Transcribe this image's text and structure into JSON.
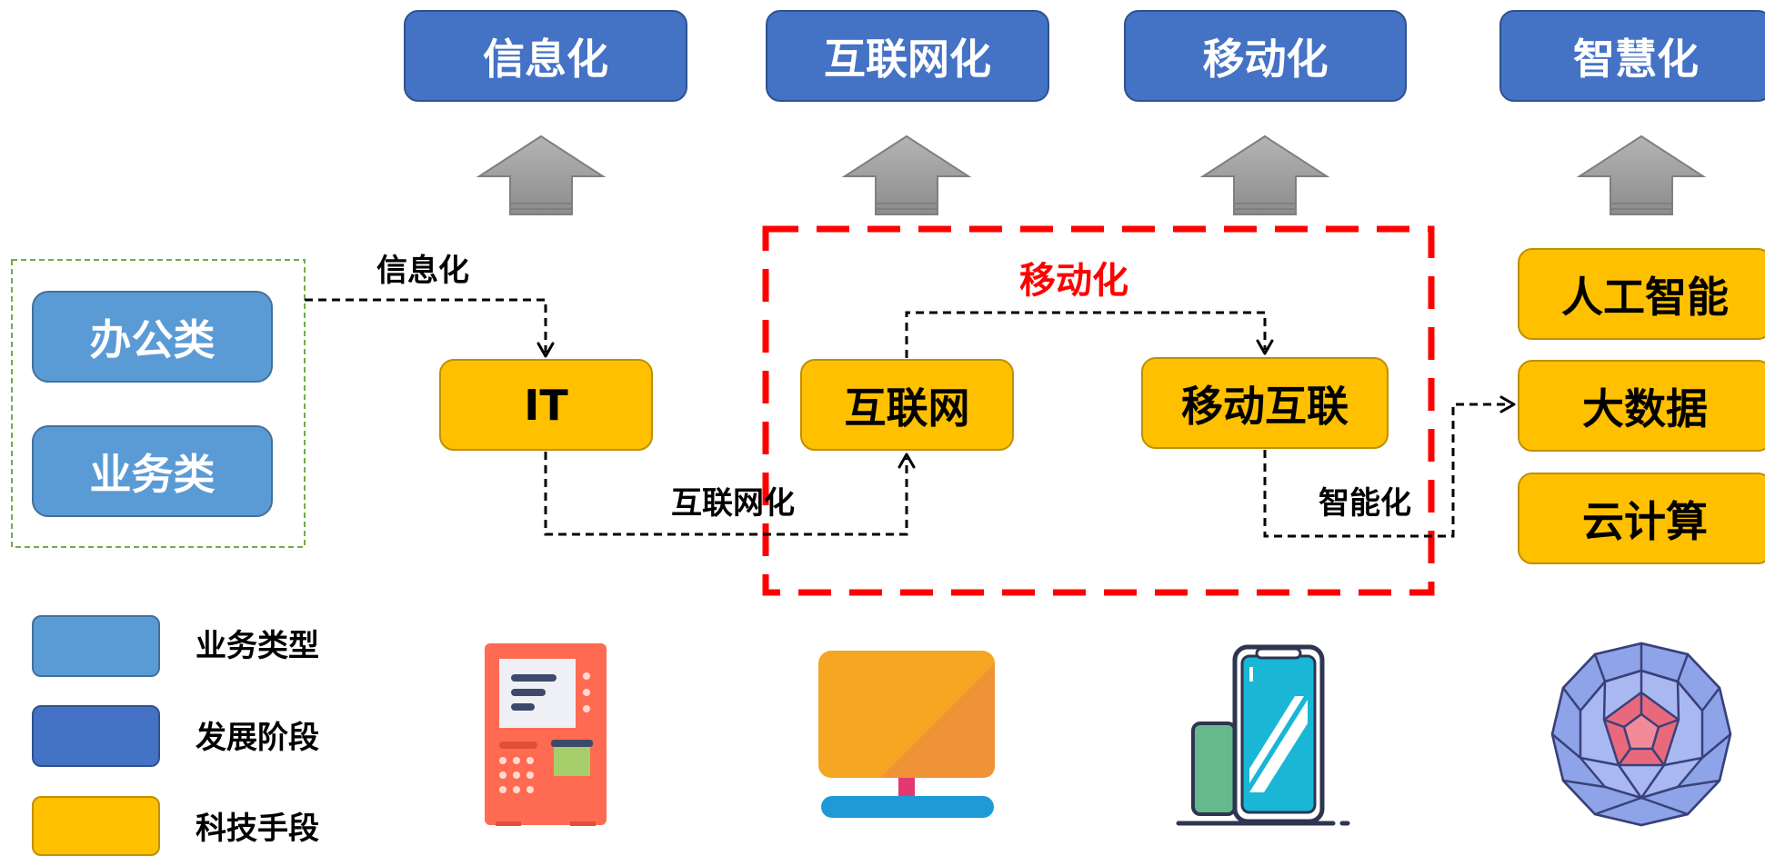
{
  "stages": [
    "信息化",
    "互联网化",
    "移动化",
    "智慧化"
  ],
  "business": {
    "office": "办公类",
    "service": "业务类"
  },
  "tech": {
    "it": "IT",
    "internet": "互联网",
    "mobile_internet": "移动互联",
    "ai": "人工智能",
    "big_data": "大数据",
    "cloud": "云计算"
  },
  "arrow_labels": {
    "informatization": "信息化",
    "internetization": "互联网化",
    "mobilization": "移动化",
    "intelligentization": "智能化"
  },
  "legend": {
    "business_type": "业务类型",
    "dev_stage": "发展阶段",
    "tech_means": "科技手段"
  },
  "colors": {
    "stage_blue": "#4472c4",
    "business_blue": "#5b9bd5",
    "tech_yellow": "#ffc000",
    "highlight_red": "#ff0000",
    "dashed_green": "#70ad47",
    "up_arrow_gray": "#a5a5a5"
  },
  "icons": [
    "kiosk-terminal-icon",
    "desktop-monitor-icon",
    "smartphone-icon",
    "polyhedron-icon"
  ]
}
